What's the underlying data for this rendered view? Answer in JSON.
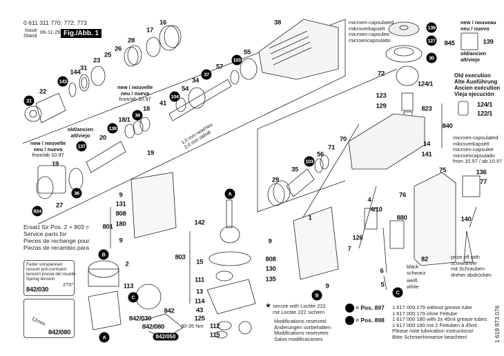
{
  "header": {
    "model_numbers": "0 611 311 770; 772; 773",
    "issue_label_1": "Issue",
    "issue_label_2": "Stand",
    "issue_date": "06-11-29",
    "figure_label": "Fig./Abb. 1"
  },
  "callouts": [
    "16",
    "17",
    "28",
    "26",
    "25",
    "23",
    "31",
    "144",
    "143",
    "22",
    "21",
    "38",
    "55",
    "103",
    "57",
    "37",
    "34",
    "54",
    "104",
    "41",
    "18",
    "39",
    "18/1",
    "138",
    "20",
    "19",
    "137",
    "19",
    "36",
    "27",
    "824",
    "139",
    "127",
    "30",
    "845",
    "139",
    "72",
    "124/1",
    "123",
    "129",
    "823",
    "840",
    "124/1",
    "122/1",
    "71",
    "70",
    "56",
    "103",
    "35",
    "29",
    "14",
    "141",
    "136",
    "75",
    "77",
    "76",
    "4",
    "4/10",
    "880",
    "1",
    "9",
    "126",
    "7",
    "808",
    "130",
    "135",
    "6",
    "5",
    "9",
    "B",
    "C",
    "140",
    "82",
    "9",
    "131",
    "808",
    "180",
    "9",
    "801",
    "A",
    "142",
    "803",
    "15",
    "111",
    "13",
    "114",
    "43",
    "125",
    "112",
    "115",
    "B",
    "2",
    "113",
    "C",
    "842",
    "842/030",
    "842/080",
    "842/050",
    "A",
    "842/030",
    "842/080"
  ],
  "notes": {
    "new_nouvelle_1": [
      "new / nouvelle",
      "neu / nueva",
      "from/ab 10.97"
    ],
    "new_nouvelle_2": [
      "new / nouvelle",
      "neu / nueva",
      "from/ab 10.97"
    ],
    "old_ancien_1": [
      "old/ancien",
      "alt/viejo"
    ],
    "mm_note": [
      "1,0 mm new/neu",
      "2,0 mm old/alt"
    ],
    "microen_1": [
      "microen-capsulated",
      "mikroverkapselt",
      "microen-capsulee",
      "microencapsulado"
    ],
    "new_nouveau": [
      "new / nouveau",
      "neu / nuevo"
    ],
    "old_ancien_2": [
      "old/ancien",
      "alt/viejo"
    ],
    "old_execution": [
      "Old execution",
      "Alte Ausführung",
      "Ancien exécution",
      "Vieja ejecución"
    ],
    "microen_2": [
      "microen-capsulated",
      "mikroverkapselt",
      "microen-capsulee",
      "microencapsulado",
      "from 10.97 / ab 10.97"
    ],
    "prise_off": [
      "prise off with",
      "screwdriver",
      "mit Schrauben-",
      "dreher abdrücken"
    ],
    "wire_black": [
      "black",
      "schwarz"
    ],
    "wire_white": [
      "weiß",
      "white"
    ],
    "service_parts": [
      "Ersatz für Pos. 2 + 803 =",
      "Service parts for",
      "Pieces de rechange pour",
      "Piezas de recambio para"
    ],
    "spring_tension": [
      "Feder vorspannen",
      "ressort pré-contraint",
      "tensión previa del muelle",
      "Spring tension"
    ],
    "angle": "270°",
    "length": "12mm",
    "torque": "30-35 Nm"
  },
  "footer": {
    "loctite": [
      "secure with Loctite 222",
      "mit Loctite 222 sichern"
    ],
    "modifications": [
      "Modifications reserved",
      "Änderungen vorbehalten",
      "Modifications reservées",
      "Salvo modificaciones"
    ],
    "pos_897": "= Pos. 897",
    "pos_898": "= Pos. 898",
    "grease_lines": [
      "1 617 000 179 without grease tube",
      "1 617 000 179 ohne Fettube",
      "1 617 000 180 with 2x 45ml grease tubes",
      "1 617 000 180 mit 2 Fettuben à 45ml",
      "Please note lubrication instructions!",
      "Bitte Schmierhinweise beachten!"
    ],
    "doc_number": "1 619 973 076"
  },
  "icons": {
    "star": "star-icon",
    "grease-dot": "black-circle-icon"
  }
}
